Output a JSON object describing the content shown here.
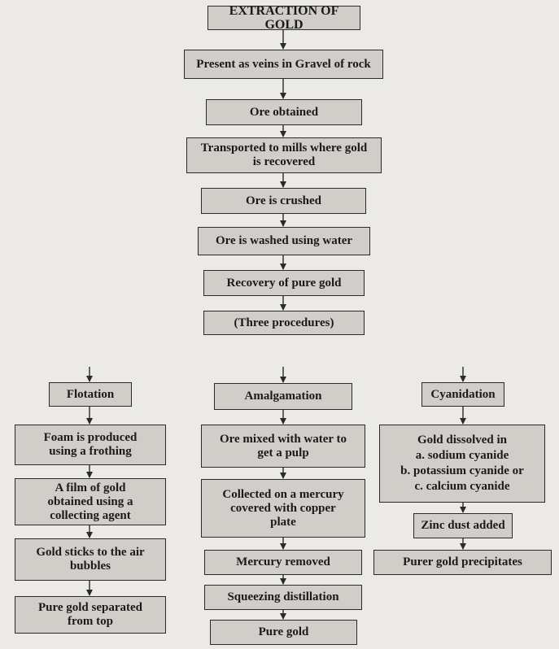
{
  "title": "EXTRACTION OF GOLD",
  "steps": {
    "veins": "Present as veins in Gravel of rock",
    "ore_obtained": "Ore obtained",
    "transported": "Transported to mills where gold\nis recovered",
    "crushed": "Ore is crushed",
    "washed": "Ore is washed using water",
    "recovery": "Recovery of pure gold",
    "three": "(Three procedures)"
  },
  "flotation": {
    "heading": "Flotation",
    "steps": [
      "Foam is produced\nusing a frothing",
      "A film of gold\nobtained using a\ncollecting agent",
      "Gold sticks to the air\nbubbles",
      "Pure gold separated\nfrom top"
    ]
  },
  "amalgamation": {
    "heading": "Amalgamation",
    "steps": [
      "Ore mixed with water to\nget a pulp",
      "Collected on a mercury\ncovered with copper\nplate",
      "Mercury removed",
      "Squeezing distillation",
      "Pure gold"
    ]
  },
  "cyanidation": {
    "heading": "Cyanidation",
    "steps": [
      "Gold dissolved in\na. sodium cyanide\nb. potassium cyanide or\nc. calcium cyanide",
      "Zinc dust added",
      "Purer gold precipitates"
    ]
  },
  "colors": {
    "box_fill": "#d1ceca",
    "border": "#2a2a2a",
    "page": "#eceae6"
  }
}
